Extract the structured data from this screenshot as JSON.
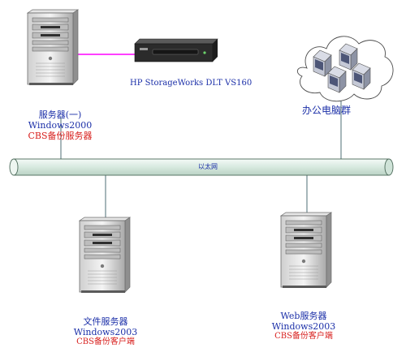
{
  "tape_label": "HP StorageWorks DLT VS160",
  "office_label": "办公电脑群",
  "network_label": "以太网",
  "server_main": {
    "name": "服务器(一)",
    "os": "Windows2000",
    "role": "CBS备份服务器"
  },
  "server_file": {
    "name": "文件服务器",
    "os": "Windows2003",
    "role": "CBS备份客户端"
  },
  "server_web": {
    "name": "Web服务器",
    "os": "Windows2003",
    "role": "CBS备份客户端"
  },
  "colors": {
    "link": "#ff00ff",
    "text_blue": "#1b2fa8",
    "text_red": "#d8201e",
    "bus": "#dfeee6"
  },
  "icons": [
    "tower-server-icon",
    "tape-drive-icon",
    "cloud-icon",
    "workstation-icon"
  ]
}
